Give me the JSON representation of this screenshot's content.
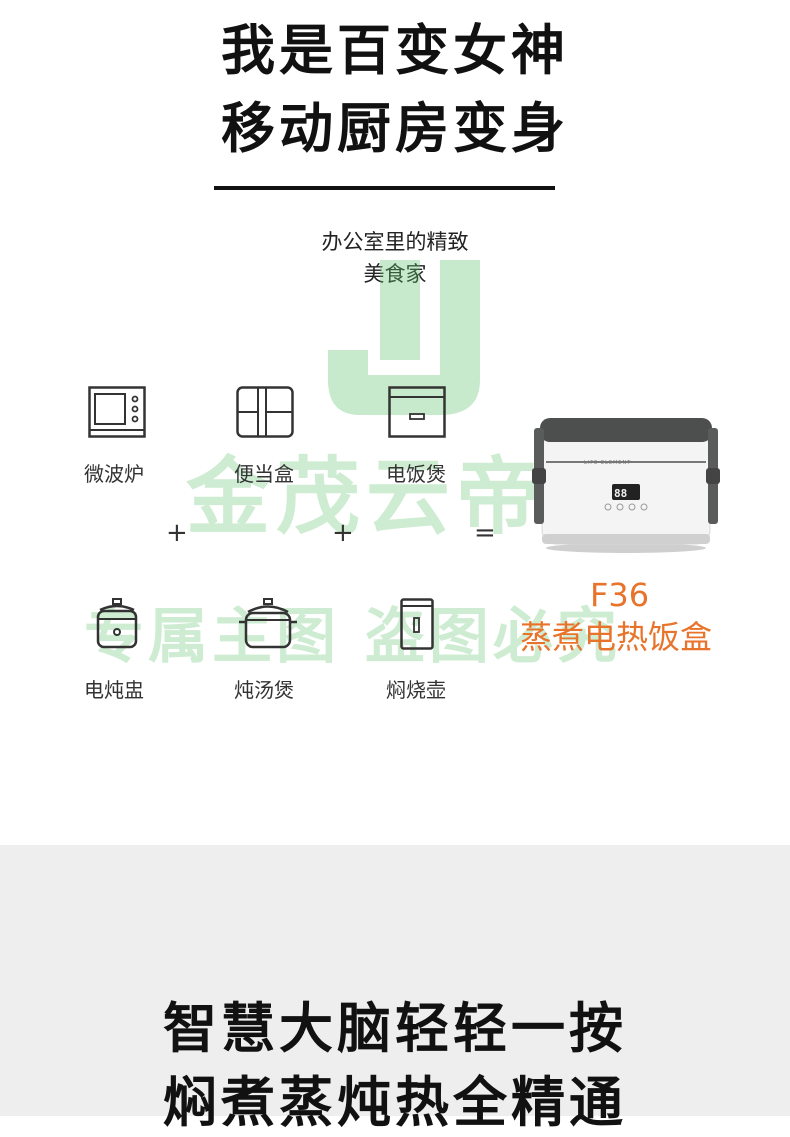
{
  "hero": {
    "line1": "我是百变女神",
    "line2": "移动厨房变身"
  },
  "subtitle": {
    "line1": "办公室里的精致",
    "line2": "美食家"
  },
  "appliances_row1": [
    {
      "label": "微波炉",
      "icon": "microwave-icon"
    },
    {
      "label": "便当盒",
      "icon": "bento-box-icon"
    },
    {
      "label": "电饭煲",
      "icon": "rice-cooker-icon"
    }
  ],
  "appliances_row2": [
    {
      "label": "电炖盅",
      "icon": "stew-pot-icon"
    },
    {
      "label": "炖汤煲",
      "icon": "soup-pot-icon"
    },
    {
      "label": "焖烧壶",
      "icon": "thermos-icon"
    }
  ],
  "operators": {
    "plus": "+",
    "equals": "="
  },
  "product": {
    "model": "F36",
    "name": "蒸煮电热饭盒",
    "display": "88",
    "brand_text": "LIFE ELEMENT",
    "accent_color": "#e8732a"
  },
  "watermark": {
    "line1": "金茂云帝",
    "line2": "专属主图 盗图必究",
    "color": "#5cc36a"
  },
  "section2": {
    "line1": "智慧大脑轻轻一按",
    "line2": "焖煮蒸炖热全精通"
  }
}
